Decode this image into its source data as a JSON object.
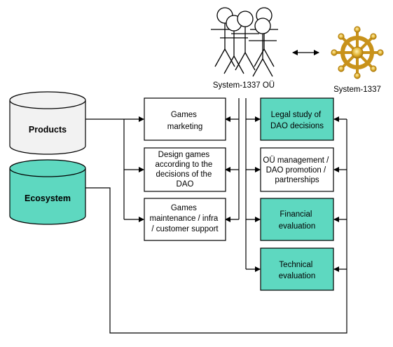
{
  "owner": {
    "label": "System-1337 OÜ"
  },
  "partner": {
    "label": "System-1337"
  },
  "databases": [
    {
      "label": "Products"
    },
    {
      "label": "Ecosystem"
    }
  ],
  "left_boxes": [
    {
      "lines": [
        "Games",
        "marketing"
      ]
    },
    {
      "lines": [
        "Design games",
        "according to the",
        "decisions of the",
        "DAO"
      ]
    },
    {
      "lines": [
        "Games",
        "maintenance / infra",
        "/ customer support"
      ]
    }
  ],
  "right_boxes": [
    {
      "lines": [
        "Legal study of",
        "DAO decisions"
      ]
    },
    {
      "lines": [
        "OÜ management /",
        "DAO promotion /",
        "partnerships"
      ]
    },
    {
      "lines": [
        "Financial",
        "evaluation"
      ]
    },
    {
      "lines": [
        "Technical",
        "evaluation"
      ]
    }
  ],
  "colors": {
    "teal": "#5ed8c0",
    "products_fill": "#f2f2f2",
    "gold": "#d9a21b"
  }
}
